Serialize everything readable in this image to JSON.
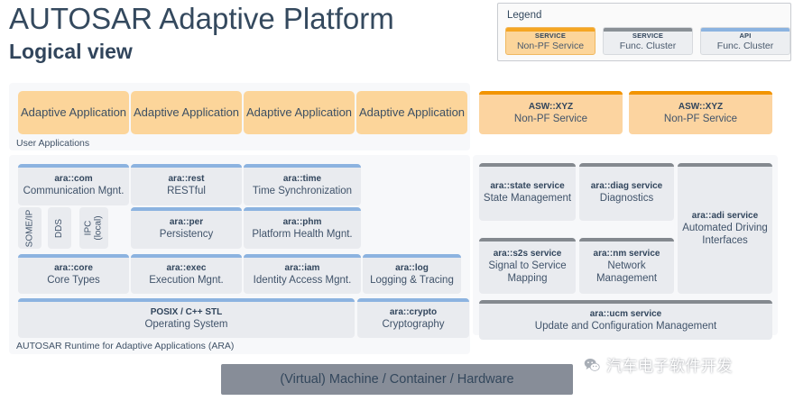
{
  "header": {
    "title": "AUTOSAR Adaptive Platform",
    "subtitle": "Logical view"
  },
  "legend": {
    "title": "Legend",
    "items": [
      {
        "key": "SERVICE",
        "label": "Non-PF Service",
        "color": "#f5a623",
        "style": "orange"
      },
      {
        "key": "SERVICE",
        "label": "Func. Cluster",
        "color": "#8a9096",
        "style": "gray"
      },
      {
        "key": "API",
        "label": "Func. Cluster",
        "color": "#8cb3e0",
        "style": "blue"
      }
    ]
  },
  "user_applications": {
    "caption": "User Applications",
    "apps": [
      {
        "label": "Adaptive Application"
      },
      {
        "label": "Adaptive Application"
      },
      {
        "label": "Adaptive Application"
      },
      {
        "label": "Adaptive Application"
      }
    ],
    "services": [
      {
        "key": "ASW::XYZ",
        "label": "Non-PF Service"
      },
      {
        "key": "ASW::XYZ",
        "label": "Non-PF Service"
      }
    ]
  },
  "ara": {
    "caption": "AUTOSAR Runtime for Adaptive Applications (ARA)",
    "row1": [
      {
        "key": "ara::com",
        "label": "Communication Mgnt."
      },
      {
        "key": "ara::rest",
        "label": "RESTful"
      },
      {
        "key": "ara::time",
        "label": "Time Synchronization"
      }
    ],
    "com_bindings": [
      {
        "label": "SOME/IP"
      },
      {
        "label": "DDS"
      },
      {
        "label": "IPC\n(local)",
        "line1": "IPC",
        "line2": "(local)"
      }
    ],
    "row2": [
      {
        "key": "ara::per",
        "label": "Persistency"
      },
      {
        "key": "ara::phm",
        "label": "Platform Health Mgnt."
      }
    ],
    "row3": [
      {
        "key": "ara::core",
        "label": "Core Types"
      },
      {
        "key": "ara::exec",
        "label": "Execution Mgnt."
      },
      {
        "key": "ara::iam",
        "label": "Identity Access Mgnt."
      },
      {
        "key": "ara::log",
        "label": "Logging & Tracing"
      }
    ],
    "row4": [
      {
        "key": "POSIX / C++ STL",
        "label": "Operating System"
      },
      {
        "key": "ara::crypto",
        "label": "Cryptography"
      }
    ]
  },
  "platform_services": {
    "row1": [
      {
        "key": "ara::state service",
        "label": "State Management"
      },
      {
        "key": "ara::diag service",
        "label": "Diagnostics"
      }
    ],
    "tall": {
      "key": "ara::adi service",
      "label": "Automated Driving Interfaces"
    },
    "row2": [
      {
        "key": "ara::s2s service",
        "label": "Signal to Service Mapping"
      },
      {
        "key": "ara::nm service",
        "label": "Network Management"
      }
    ],
    "row3": [
      {
        "key": "ara::ucm service",
        "label": "Update and Configuration Management"
      }
    ]
  },
  "hardware": {
    "label": "(Virtual) Machine / Container / Hardware"
  },
  "watermark": {
    "icon": "wechat-icon",
    "text": "汽车电子软件开发"
  }
}
